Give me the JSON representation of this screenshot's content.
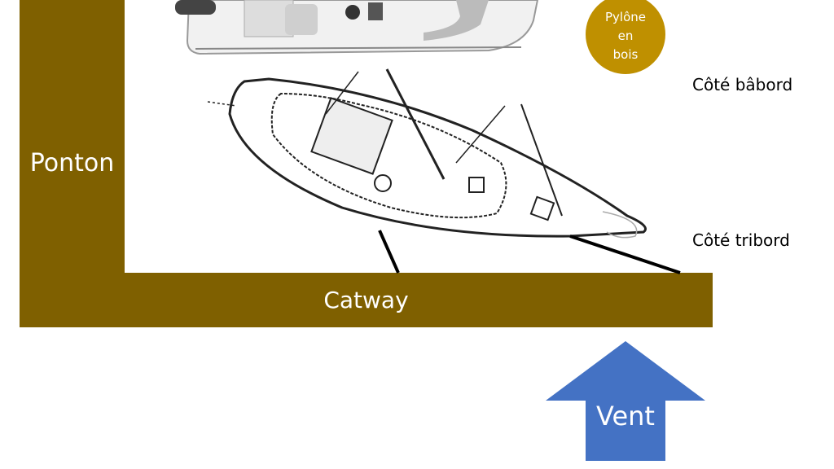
{
  "labels": {
    "ponton": "Ponton",
    "catway": "Catway",
    "pylone": [
      "Pylône",
      "en",
      "bois"
    ],
    "babord": "Côté bâbord",
    "tribord": "Côté tribord",
    "vent": "Vent"
  },
  "colors": {
    "dock": "#7F6000",
    "pylone": "#BF9000",
    "wind_arrow": "#4472C4"
  }
}
